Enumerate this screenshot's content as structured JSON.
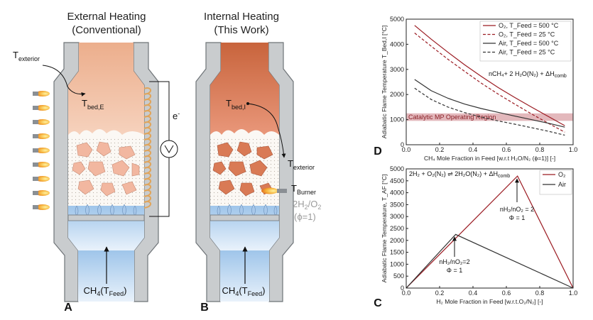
{
  "panels": {
    "a": {
      "letter": "A",
      "title_line1": "External Heating",
      "title_line2": "(Conventional)",
      "t_exterior": "T",
      "t_exterior_sub": "exterior",
      "t_bed": "T",
      "t_bed_sub": "bed,E",
      "electron": "e",
      "electron_sup": "-",
      "feed_label": "CH",
      "feed_sub1": "4",
      "feed_mid": "(T",
      "feed_sub2": "Feed",
      "feed_end": ")"
    },
    "b": {
      "letter": "B",
      "title_line1": "Internal Heating",
      "title_line2": "(This Work)",
      "t_bed": "T",
      "t_bed_sub": "bed,I",
      "t_exterior": "T",
      "t_exterior_sub": "exterior",
      "t_burner": "T",
      "t_burner_sub": "Burner",
      "fuel_pre": "2H",
      "fuel_sub1": "2",
      "fuel_mid": "/O",
      "fuel_sub2": "2",
      "phi": "(ϕ=1)",
      "feed_label": "CH",
      "feed_sub1": "4",
      "feed_mid": "(T",
      "feed_sub2": "Feed",
      "feed_end": ")"
    },
    "d": {
      "letter": "D",
      "band_label": "Catalytic MP Operating Region",
      "equation": "nCH₄+ 2 H₂O(N₂) + ΔH",
      "equation_sub": "comb"
    },
    "c": {
      "letter": "C",
      "equation": "2H₂ + O₂(N₂) ⇌ 2H₂O(N₂) + ΔH",
      "equation_sub": "comb",
      "ann_o2_line1": "nH₂/nO₂ = 2",
      "ann_o2_line2": "Φ = 1",
      "ann_air_line1": "nH₂/nO₂=2",
      "ann_air_line2": "Φ = 1"
    }
  },
  "chart_data": [
    {
      "id": "D",
      "type": "line",
      "xlabel": "CH₄ Mole Fraction in Feed [w.r.t H₂O/N₂ (ϕ=1)] [-]",
      "ylabel": "Adiabatic Flame Temperature T_Bed,I [°C]",
      "xlim": [
        0,
        1
      ],
      "ylim": [
        0,
        5000
      ],
      "xticks": [
        "0.0",
        "0.2",
        "0.4",
        "0.6",
        "0.8",
        "1.0"
      ],
      "yticks": [
        "0",
        "1000",
        "2000",
        "3000",
        "4000",
        "5000"
      ],
      "grid": false,
      "legend": "top-right",
      "band": {
        "y0": 950,
        "y1": 1250,
        "color": "#d9a0a5"
      },
      "series": [
        {
          "name": "O₂, T_Feed = 500 °C",
          "color": "#9b1b22",
          "dash": "solid",
          "x": [
            0.05,
            0.15,
            0.25,
            0.35,
            0.45,
            0.55,
            0.65,
            0.75,
            0.85,
            0.95
          ],
          "y": [
            4750,
            4200,
            3680,
            3180,
            2720,
            2280,
            1880,
            1500,
            1130,
            760
          ]
        },
        {
          "name": "O₂, T_Feed = 25 °C",
          "color": "#9b1b22",
          "dash": "dashed",
          "x": [
            0.05,
            0.15,
            0.25,
            0.35,
            0.45,
            0.55,
            0.65,
            0.75,
            0.85,
            0.95
          ],
          "y": [
            4450,
            3920,
            3400,
            2920,
            2450,
            2020,
            1620,
            1230,
            860,
            500
          ]
        },
        {
          "name": "Air, T_Feed = 500 °C",
          "color": "#333333",
          "dash": "solid",
          "x": [
            0.05,
            0.15,
            0.25,
            0.35,
            0.45,
            0.55,
            0.65,
            0.75,
            0.85,
            0.95
          ],
          "y": [
            2600,
            2150,
            1850,
            1620,
            1440,
            1290,
            1140,
            1000,
            860,
            700
          ]
        },
        {
          "name": "Air, T_Feed = 25 °C",
          "color": "#333333",
          "dash": "dashed",
          "x": [
            0.05,
            0.15,
            0.25,
            0.35,
            0.45,
            0.55,
            0.65,
            0.75,
            0.85,
            0.95
          ],
          "y": [
            2250,
            1800,
            1500,
            1280,
            1100,
            950,
            820,
            680,
            540,
            380
          ]
        }
      ]
    },
    {
      "id": "C",
      "type": "line",
      "xlabel": "H₂ Mole Fraction in Feed [w.r.t.O₂/N₂] [-]",
      "ylabel": "Adiabatic Flame Temperature, T_AF [°C]",
      "xlim": [
        0,
        1
      ],
      "ylim": [
        0,
        5000
      ],
      "xticks": [
        "0.0",
        "0.2",
        "0.4",
        "0.6",
        "0.8",
        "1.0"
      ],
      "yticks": [
        "0",
        "500",
        "1000",
        "1500",
        "2000",
        "2500",
        "3000",
        "3500",
        "4000",
        "4500",
        "5000"
      ],
      "grid": false,
      "legend": "top-right",
      "series": [
        {
          "name": "O₂",
          "color": "#9b1b22",
          "dash": "solid",
          "x": [
            0.0,
            0.667,
            1.0
          ],
          "y": [
            0,
            4700,
            0
          ]
        },
        {
          "name": "Air",
          "color": "#333333",
          "dash": "solid",
          "x": [
            0.0,
            0.296,
            1.0
          ],
          "y": [
            0,
            2250,
            0
          ]
        }
      ]
    }
  ]
}
